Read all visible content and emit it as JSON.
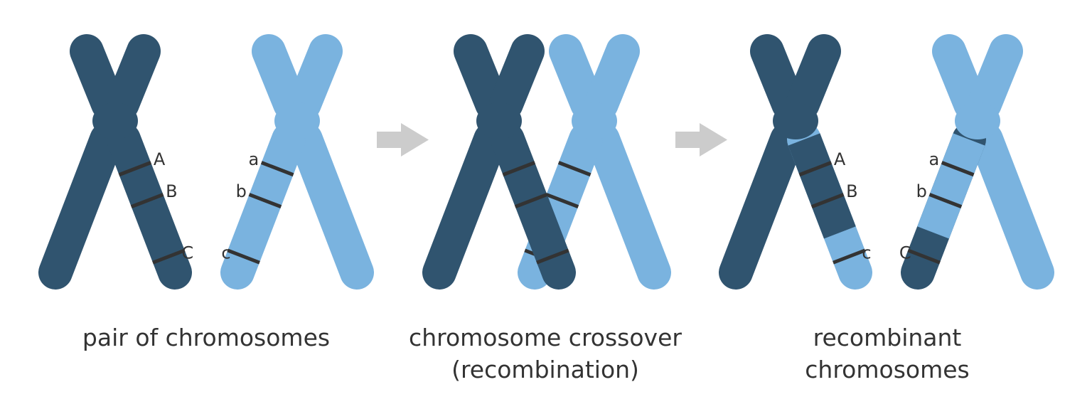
{
  "colors": {
    "dark": "#30546f",
    "light": "#7ab3df",
    "band": "#333333",
    "arrow": "#cccccc"
  },
  "panels": [
    {
      "caption": [
        "pair of chromosomes"
      ],
      "chromosomes": [
        {
          "color": "dark",
          "band_side": "right",
          "split_color": null,
          "labels": [
            "A",
            "B",
            "C"
          ]
        },
        {
          "color": "light",
          "band_side": "left",
          "split_color": null,
          "labels": [
            "a",
            "b",
            "c"
          ]
        }
      ]
    },
    {
      "caption": [
        "chromosome crossover",
        "(recombination)"
      ],
      "chromosomes": [
        {
          "color": "light",
          "band_side": "left",
          "split_color": null,
          "labels": []
        },
        {
          "color": "dark",
          "band_side": "right",
          "split_color": null,
          "labels": []
        }
      ]
    },
    {
      "caption": [
        "recombinant",
        "chromosomes"
      ],
      "chromosomes": [
        {
          "color": "dark",
          "band_side": "right",
          "split_color": "light",
          "labels": [
            "A",
            "B",
            "c"
          ]
        },
        {
          "color": "light",
          "band_side": "left",
          "split_color": "dark",
          "labels": [
            "a",
            "b",
            "C"
          ]
        }
      ]
    }
  ],
  "arrows": [
    "arrow-right-icon",
    "arrow-right-icon"
  ]
}
